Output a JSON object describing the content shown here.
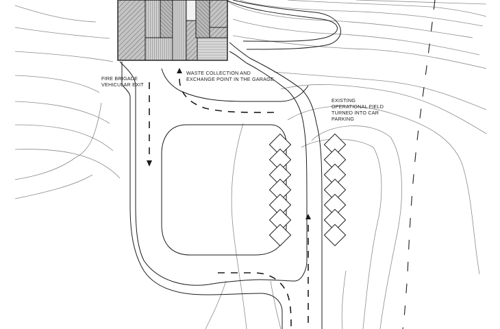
{
  "labels": {
    "fire_brigade": "FIRE BRIGADE\nVEHICULAR EXIT",
    "waste_collection": "WASTE COLLECTION AND\nEXCHANGE POINT IN THE GARAGE",
    "existing_field": "EXISTING\nOPERATIONAL FIELD\nTURNED INTO CAR\nPARKING"
  },
  "colors": {
    "line": "#1a1a1a",
    "contour": "#8a8a8a",
    "building_fill": "#bdbdbd",
    "background": "#ffffff"
  },
  "icons": {
    "arrow_down": "arrow-down-icon",
    "arrow_up": "arrow-up-icon"
  }
}
